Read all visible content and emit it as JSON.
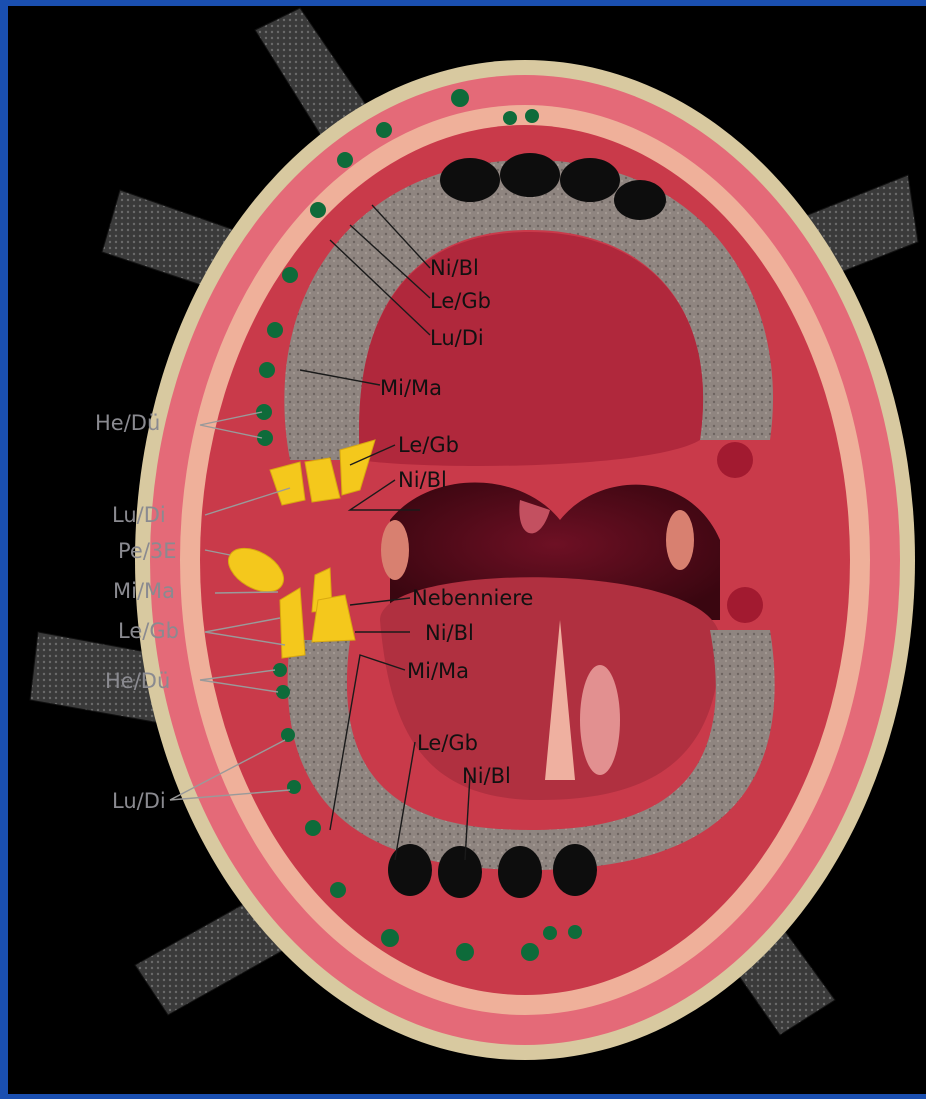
{
  "colors": {
    "frame_blue": "#1a4fb0",
    "background": "#000000",
    "mucosa": "#c93a4a",
    "lip": "#e46a78",
    "tooth": "#8f8580",
    "acupoint_green": "#0e6b3a",
    "tonsil_yellow": "#f4c81c"
  },
  "labels": {
    "upper_ni_bl": "Ni/Bl",
    "upper_le_gb": "Le/Gb",
    "upper_lu_di": "Lu/Di",
    "upper_mi_ma": "Mi/Ma",
    "left_he_du_1": "He/Dü",
    "mid_le_gb": "Le/Gb",
    "mid_ni_bl": "Ni/Bl",
    "left_lu_di_1": "Lu/Di",
    "left_pe_3e": "Pe/3E",
    "left_mi_ma": "Mi/Ma",
    "left_le_gb": "Le/Gb",
    "nebenniere": "Nebenniere",
    "lower_ni_bl_1": "Ni/Bl",
    "left_he_du_2": "He/Dü",
    "lower_mi_ma": "Mi/Ma",
    "lower_le_gb": "Le/Gb",
    "lower_ni_bl_2": "Ni/Bl",
    "left_lu_di_2": "Lu/Di"
  }
}
